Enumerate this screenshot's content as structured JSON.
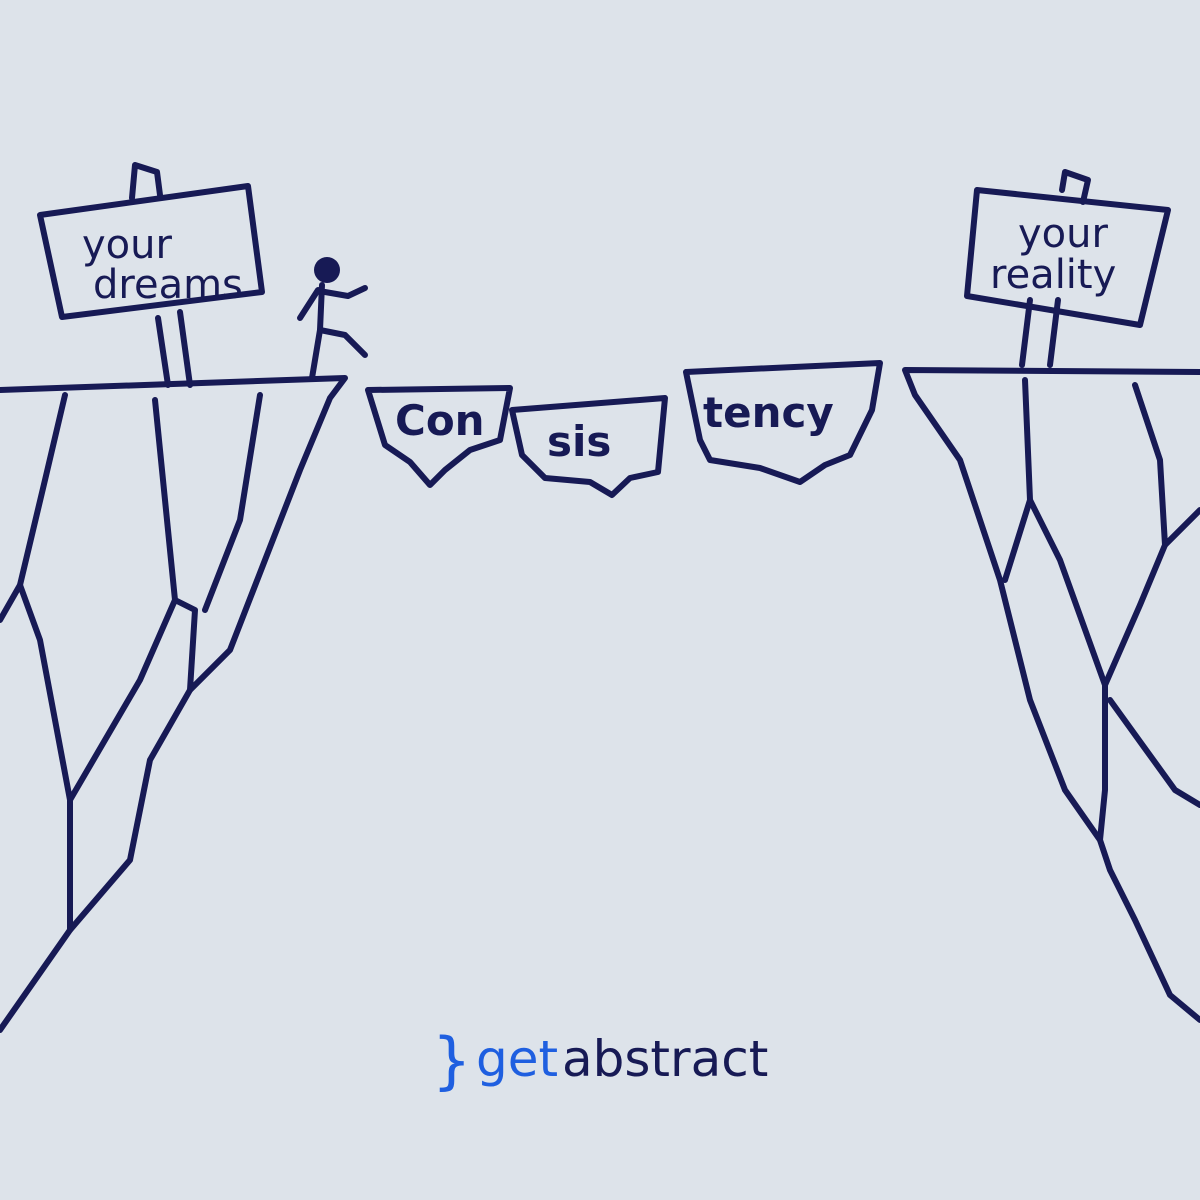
{
  "signs": {
    "left": {
      "line1": "your",
      "line2": "dreams"
    },
    "right": {
      "line1": "your",
      "line2": "reality"
    }
  },
  "stones": {
    "part1": "Con",
    "part2": "sis",
    "part3": "tency"
  },
  "logo": {
    "brace": "}",
    "get": "get",
    "abstract": "abstract"
  },
  "colors": {
    "ink": "#171a55",
    "background": "#dde3ea",
    "brand_blue": "#1f5fe0"
  }
}
